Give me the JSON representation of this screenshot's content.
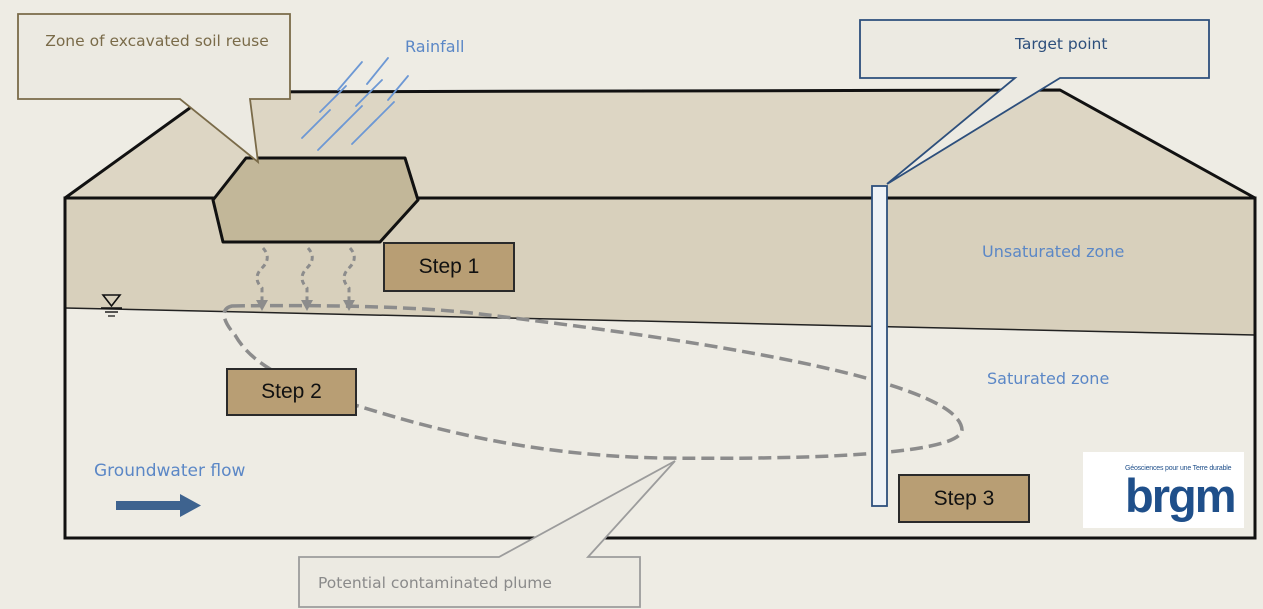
{
  "callouts": {
    "zone_of_reuse": "Zone of excavated soil reuse",
    "target_point": "Target point",
    "plume": "Potential contaminated plume"
  },
  "labels": {
    "rainfall": "Rainfall",
    "unsaturated_zone": "Unsaturated zone",
    "saturated_zone": "Saturated zone",
    "groundwater_flow": "Groundwater flow"
  },
  "steps": [
    "Step 1",
    "Step 2",
    "Step 3"
  ],
  "logo": {
    "tagline": "Géosciences pour une Terre durable",
    "wordmark": "brgm"
  },
  "colors": {
    "background": "#eeece4",
    "ground_top": "#ddd6c4",
    "unsaturated": "#d8d0bc",
    "saturated": "#eeece4",
    "reuse_zone": "#c2b799",
    "step_box": "#b89e74",
    "label_blue": "#5b87c6",
    "target_outline": "#2d4f7c",
    "arrow": "#3e638f",
    "plume_dash": "#8c8c8c",
    "logo_brown": "#8b4a1e",
    "logo_blue": "#1f4f8a"
  }
}
